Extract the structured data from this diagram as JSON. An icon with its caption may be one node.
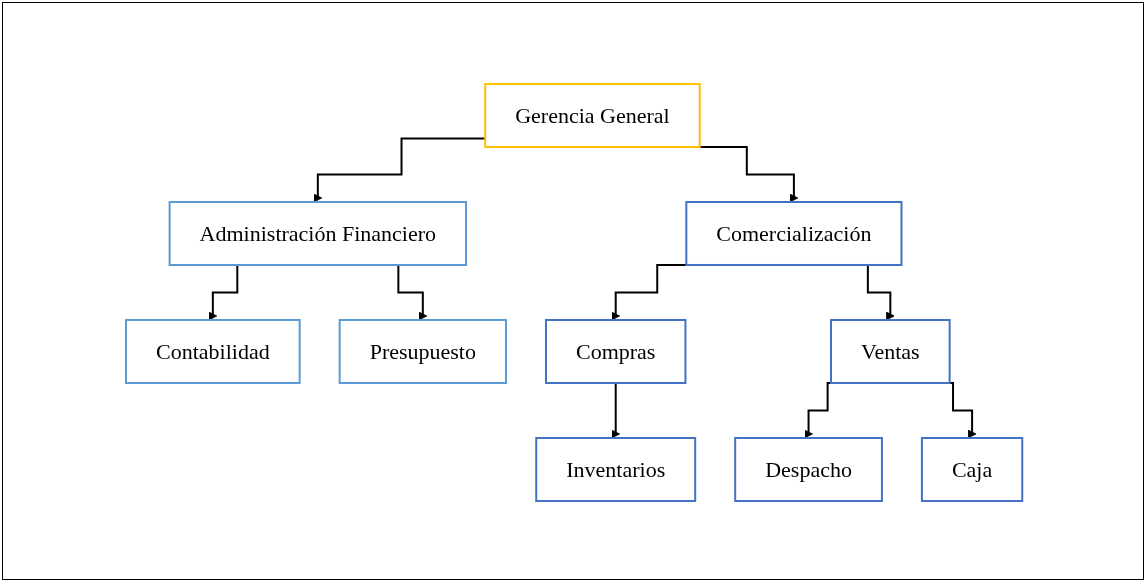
{
  "diagram": {
    "nodes": [
      {
        "text": [
          "Gerencia General"
        ]
      },
      {
        "text": [
          "Administración Financiero"
        ]
      },
      {
        "text": [
          "Comercialización"
        ]
      },
      {
        "text": [
          "Contabilidad"
        ]
      },
      {
        "text": [
          "Presupuesto"
        ]
      },
      {
        "text": [
          "Compras"
        ]
      },
      {
        "text": [
          "Ventas"
        ]
      },
      {
        "text": [
          "Despacho"
        ]
      },
      {
        "text": [
          "Inventarios"
        ]
      },
      {
        "text": [
          "Caja"
        ]
      }
    ],
    "edges": [
      {
        "from": 0,
        "to": 1,
        "arrow": "to"
      },
      {
        "from": 0,
        "to": 2,
        "arrow": "to"
      },
      {
        "from": 1,
        "to": 3,
        "arrow": "to"
      },
      {
        "from": 1,
        "to": 4,
        "arrow": "to"
      },
      {
        "from": 2,
        "to": 5,
        "arrow": "to"
      },
      {
        "from": 2,
        "to": 6,
        "arrow": "to"
      },
      {
        "from": 6,
        "to": 7,
        "arrow": "to"
      },
      {
        "from": 5,
        "to": 8,
        "arrow": "to"
      },
      {
        "from": 6,
        "to": 9,
        "arrow": "to"
      }
    ]
  }
}
